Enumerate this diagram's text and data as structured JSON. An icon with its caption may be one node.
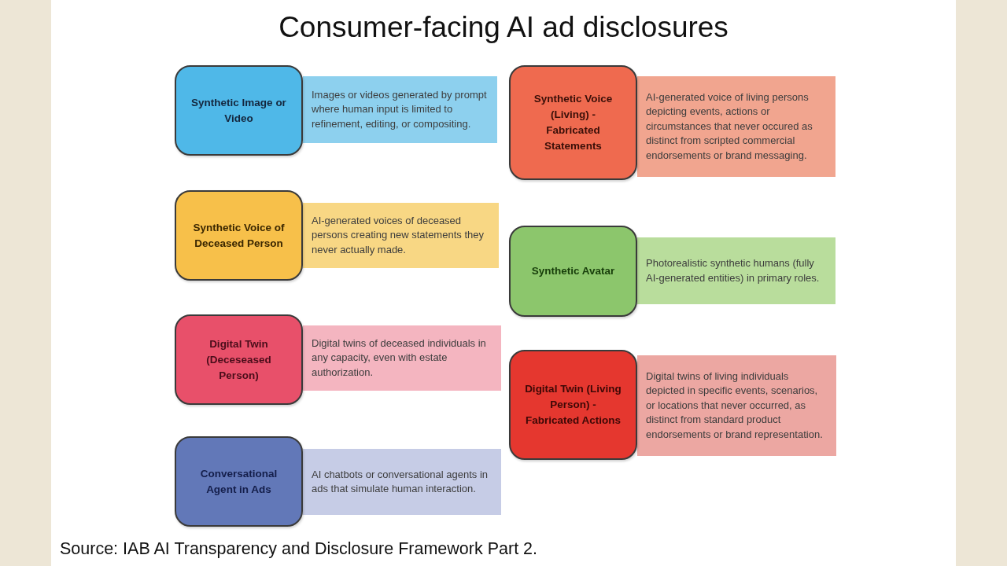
{
  "diagram": {
    "title": "Consumer-facing AI ad disclosures",
    "caption": "Source: IAB AI Transparency and Disclosure Framework Part 2.",
    "nodes": [
      {
        "text": [
          "Synthetic Image or Video"
        ]
      },
      {
        "text": [
          "Images or videos generated by prompt where human input is limited to refinement, editing, or compositing."
        ]
      },
      {
        "text": [
          "Synthetic Voice of Deceased Person"
        ]
      },
      {
        "text": [
          "AI-generated voices of deceased persons creating new statements they never actually made."
        ]
      },
      {
        "text": [
          "Digital Twin (Deceseased Person)"
        ]
      },
      {
        "text": [
          "Digital twins of deceased individuals in any capacity, even with estate authorization."
        ]
      },
      {
        "text": [
          "Conversational Agent in Ads"
        ]
      },
      {
        "text": [
          "AI chatbots or conversational agents in ads that simulate human interaction."
        ]
      },
      {
        "text": [
          "Synthetic Voice (Living) - Fabricated Statements"
        ]
      },
      {
        "text": [
          "AI-generated voice of living persons depicting events, actions or circumstances that never occured as distinct from scripted commercial endorsements or brand messaging."
        ]
      },
      {
        "text": [
          "Synthetic Avatar"
        ]
      },
      {
        "text": [
          "Photorealistic synthetic humans (fully AI-generated entities) in primary roles."
        ]
      },
      {
        "text": [
          "Digital Twin (Living Person) - Fabricated Actions"
        ]
      },
      {
        "text": [
          "Digital twins of living individuals depicted in specific events, scenarios, or locations that never occurred, as distinct from standard product endorsements or brand representation."
        ]
      }
    ]
  }
}
